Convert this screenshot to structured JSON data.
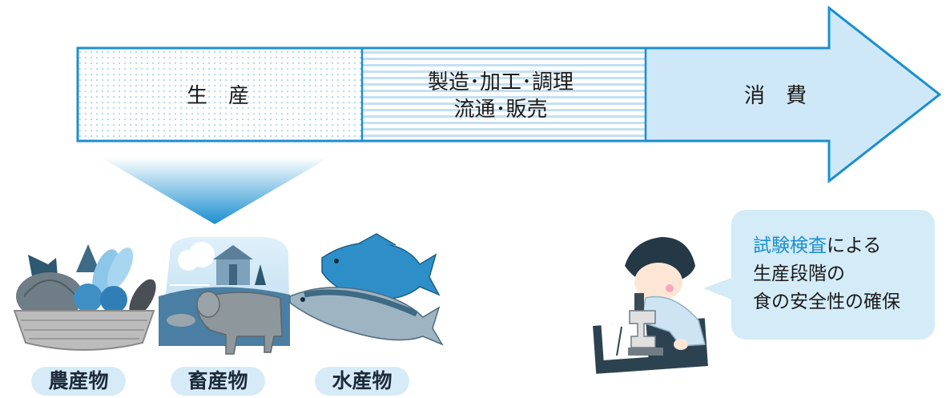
{
  "stages": [
    {
      "lines": [
        "生　産"
      ]
    },
    {
      "lines": [
        "製造･加工･調理",
        "流通･販売"
      ]
    },
    {
      "lines": [
        "消　費"
      ]
    }
  ],
  "products": [
    {
      "label": "農産物",
      "icon": "vegetable-basket-icon"
    },
    {
      "label": "畜産物",
      "icon": "cattle-farm-icon"
    },
    {
      "label": "水産物",
      "icon": "fish-icon"
    }
  ],
  "callout": {
    "highlight": "試験検査",
    "rest_line1": "による",
    "line2": "生産段階の",
    "line3": "食の安全性の確保"
  },
  "colors": {
    "arrow_stroke": "#1a8fd0",
    "arrow_fill": "#cfe8f7",
    "highlight": "#1a8fd0",
    "pill": "#d6ebf7"
  }
}
